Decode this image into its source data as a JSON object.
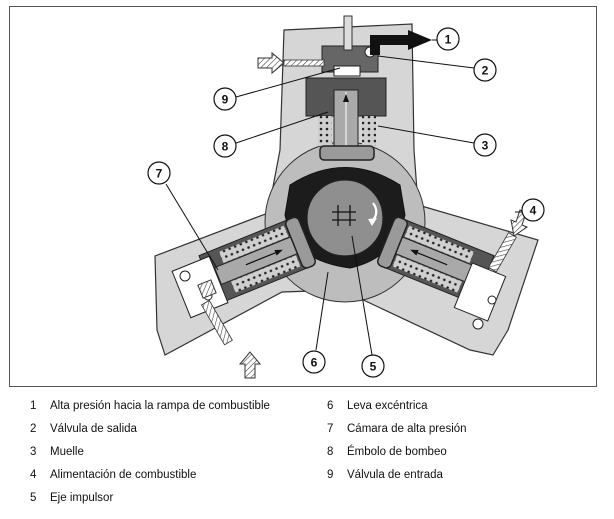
{
  "callouts": [
    "1",
    "2",
    "3",
    "4",
    "5",
    "6",
    "7",
    "8",
    "9"
  ],
  "legend": [
    {
      "num": "1",
      "text": "Alta presión hacia la rampa de combustible"
    },
    {
      "num": "2",
      "text": "Válvula de salida"
    },
    {
      "num": "3",
      "text": "Muelle"
    },
    {
      "num": "4",
      "text": "Alimentación de combustible"
    },
    {
      "num": "5",
      "text": "Eje impulsor"
    },
    {
      "num": "6",
      "text": "Leva excéntrica"
    },
    {
      "num": "7",
      "text": "Cámara de alta presión"
    },
    {
      "num": "8",
      "text": "Émbolo de bombeo"
    },
    {
      "num": "9",
      "text": "Válvula de entrada"
    }
  ],
  "colors": {
    "housing": "#d6d6d6",
    "cavity": "#bcbcbc",
    "cam": "#1c1c1c",
    "shaft": "#8f8f8f",
    "parts": "#555555",
    "outline": "#333333"
  }
}
